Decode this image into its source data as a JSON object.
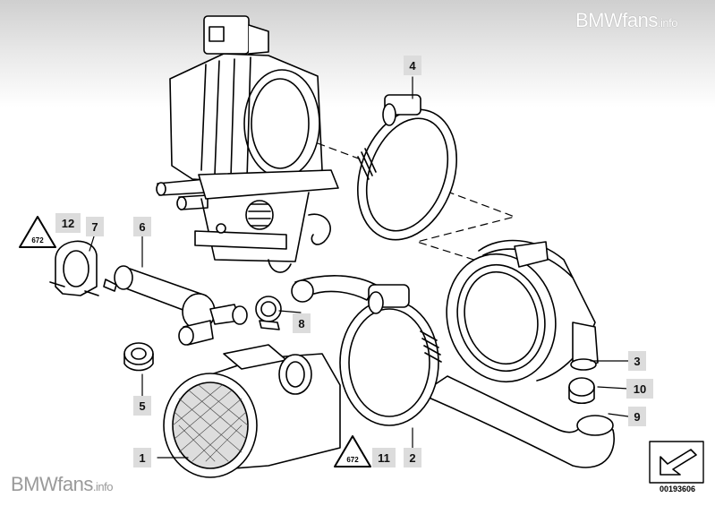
{
  "watermark": {
    "brand": "BMWfans",
    "suffix": ".info"
  },
  "parts": [
    {
      "id": "part-1",
      "label": "1"
    },
    {
      "id": "part-2",
      "label": "2"
    },
    {
      "id": "part-3",
      "label": "3"
    },
    {
      "id": "part-4",
      "label": "4"
    },
    {
      "id": "part-5",
      "label": "5"
    },
    {
      "id": "part-6",
      "label": "6"
    },
    {
      "id": "part-7",
      "label": "7"
    },
    {
      "id": "part-8",
      "label": "8"
    },
    {
      "id": "part-9",
      "label": "9"
    },
    {
      "id": "part-10",
      "label": "10"
    },
    {
      "id": "part-11",
      "label": "11"
    },
    {
      "id": "part-12",
      "label": "12"
    }
  ],
  "warning_symbol_text": "672",
  "diagram_number": "00193606"
}
